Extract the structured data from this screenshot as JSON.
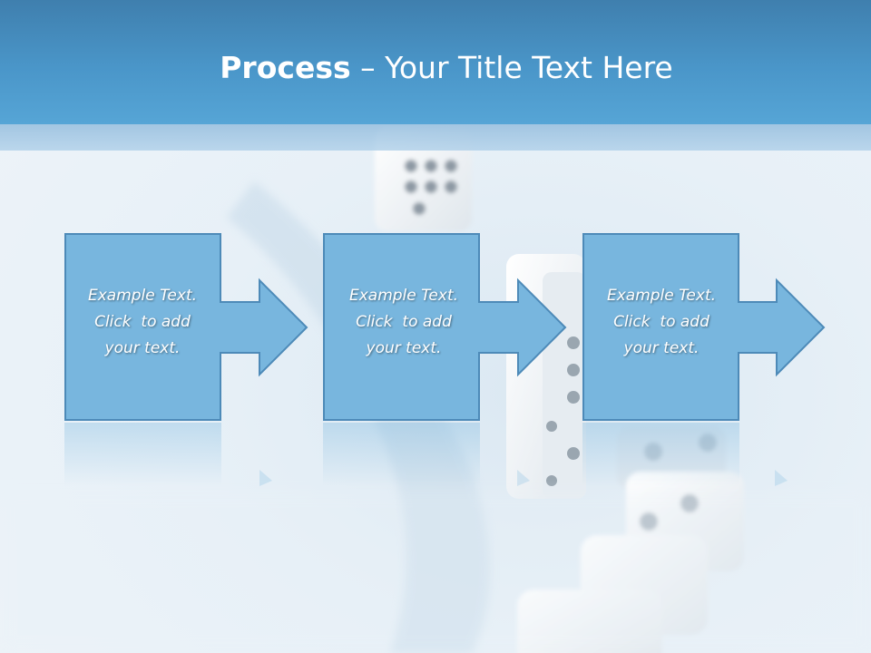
{
  "slide": {
    "title_bold": "Process",
    "title_rest": " – Your Title Text Here"
  },
  "steps": [
    {
      "lines": [
        "Example Text.",
        "Click  to add",
        "your text."
      ]
    },
    {
      "lines": [
        "Example Text.",
        "Click  to add",
        "your text."
      ]
    },
    {
      "lines": [
        "Example Text.",
        "Click  to add",
        "your text."
      ]
    }
  ],
  "colors": {
    "title_bar": "#4a96c9",
    "step_fill": "#78b6de",
    "step_border": "#4d8ab8"
  }
}
